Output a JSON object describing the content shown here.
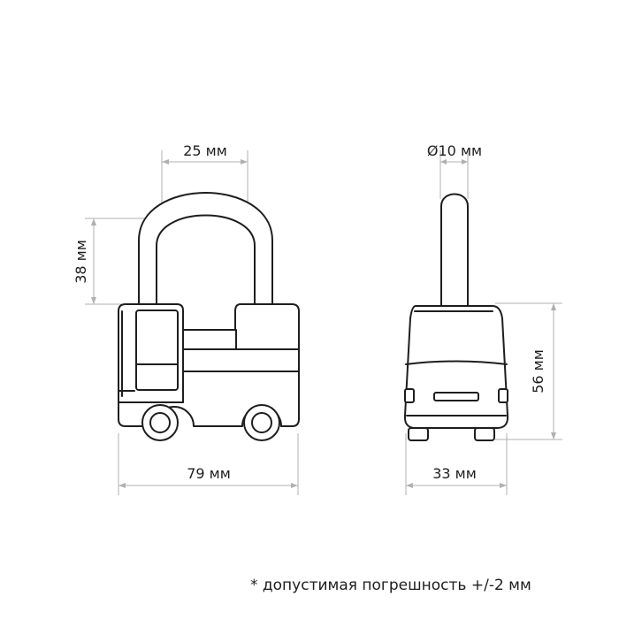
{
  "dimensions": {
    "shackle_width": "25 мм",
    "shackle_height": "38 мм",
    "body_width": "79 мм",
    "shackle_diameter": "Ø10 мм",
    "body_height": "56 мм",
    "body_depth": "33 мм"
  },
  "footnote": "* допустимая погрешность +/-2 мм",
  "colors": {
    "outline": "#1e1e1e",
    "dimension_line": "#b0b0b0",
    "background": "#ffffff"
  }
}
